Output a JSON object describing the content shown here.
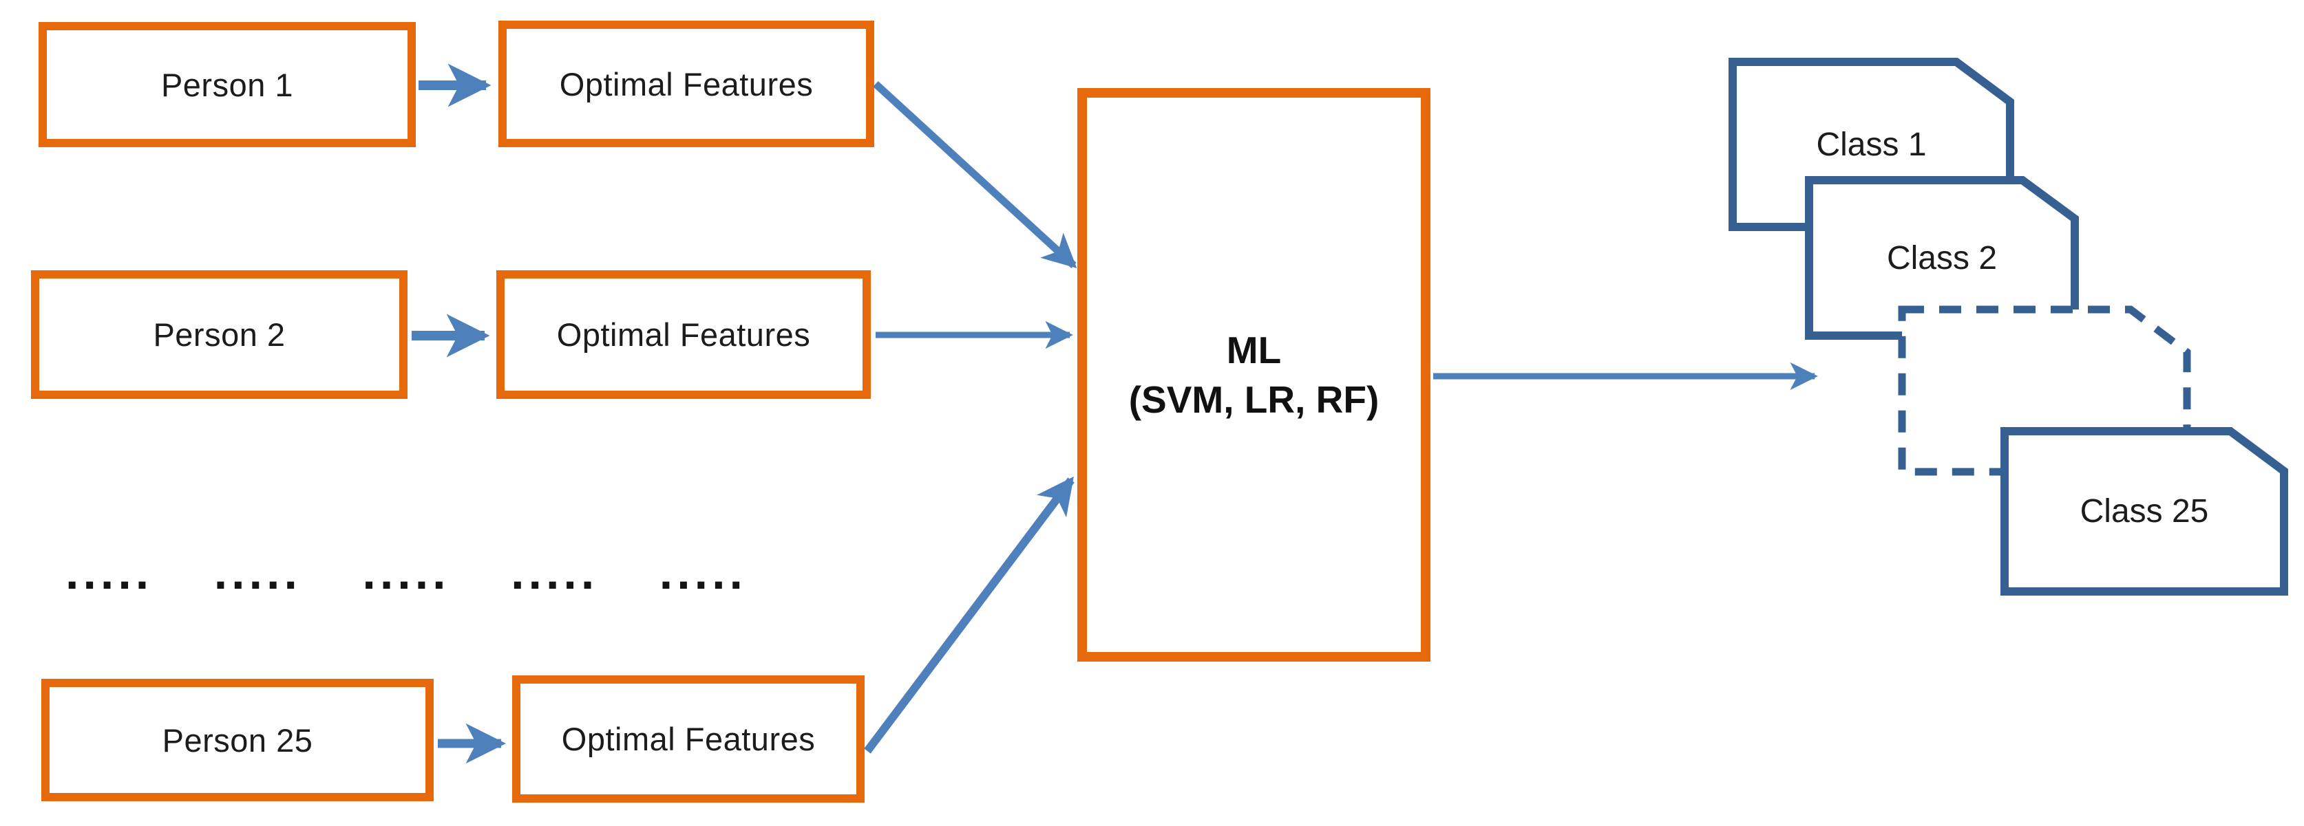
{
  "colors": {
    "box_border_orange": "#E6690B",
    "arrow_blue": "#4E80BB",
    "class_border_blue": "#376092",
    "text": "#1C1C1C",
    "background": "#FFFFFF"
  },
  "rows": [
    {
      "person": "Person 1",
      "features": "Optimal Features"
    },
    {
      "person": "Person 2",
      "features": "Optimal Features"
    },
    {
      "person": "Person 25",
      "features": "Optimal Features"
    }
  ],
  "ellipsis_groups": [
    ".....",
    ".....",
    ".....",
    ".....",
    "....."
  ],
  "ml_box": {
    "line1": "ML",
    "line2": "(SVM, LR, RF)"
  },
  "classes": {
    "first": "Class 1",
    "second": "Class 2",
    "last": "Class 25"
  }
}
